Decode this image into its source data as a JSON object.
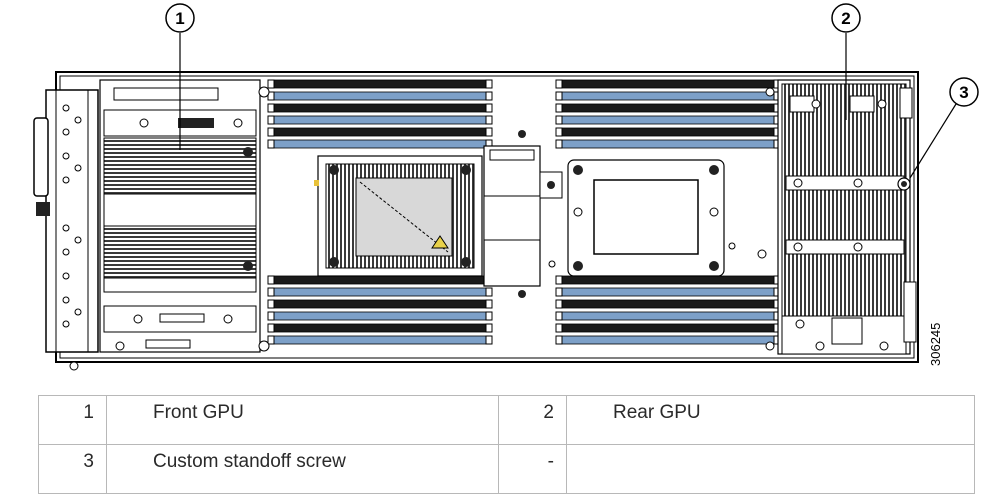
{
  "figure": {
    "callouts": [
      "1",
      "2",
      "3"
    ],
    "figure_id": "306245"
  },
  "legend": {
    "rows": [
      [
        {
          "num": "1",
          "desc": "Front GPU"
        },
        {
          "num": "2",
          "desc": "Rear GPU"
        }
      ],
      [
        {
          "num": "3",
          "desc": "Custom standoff screw"
        },
        {
          "num": "-",
          "desc": ""
        }
      ]
    ]
  },
  "colors": {
    "dimm_blue": "#7da0c8",
    "dimm_dark": "#1a1a1a",
    "line": "#000000"
  }
}
